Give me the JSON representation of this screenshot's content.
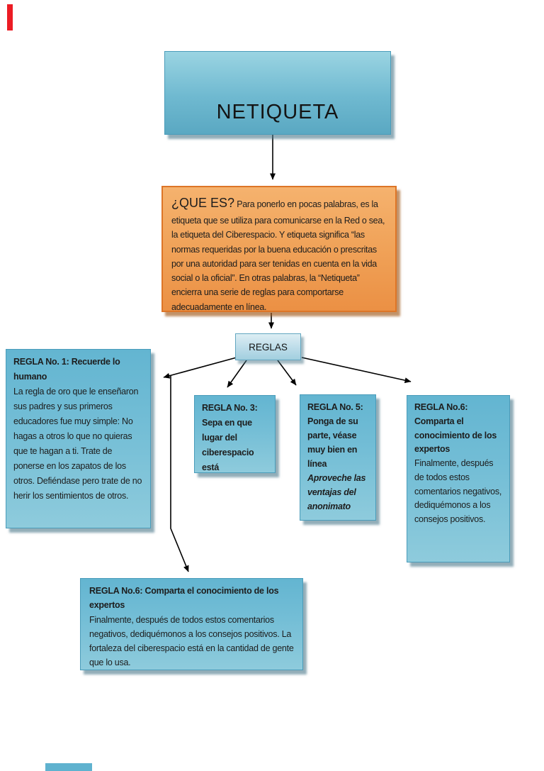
{
  "accents": {
    "red_bar_color": "#ec1c24",
    "bottom_bar_color": "#5fb2cf",
    "teal_box_top": "#63b5d1",
    "teal_box_bottom": "#8ecbdc",
    "orange_box_top": "#f5b26e",
    "orange_box_bottom": "#eb9044",
    "connector_color": "#000000"
  },
  "nodes": {
    "title": {
      "label": "NETIQUETA"
    },
    "que_es": {
      "heading": "¿QUE ES?",
      "body": " Para ponerlo en pocas palabras, es la etiqueta que se utiliza para comunicarse en la Red o sea, la etiqueta del Ciberespacio. Y etiqueta significa “las normas requeridas por la buena educación o prescritas por una autoridad para ser tenidas en cuenta en la vida social o la oficial”. En otras palabras, la “Netiqueta” encierra una serie de reglas para comportarse adecuadamente en línea."
    },
    "reglas": {
      "label": "REGLAS"
    },
    "rule1": {
      "title": "REGLA No. 1: Recuerde lo humano",
      "body": "La regla de oro que le enseñaron sus padres y sus primeros educadores fue muy simple: No hagas a otros lo que no quieras que te hagan a ti. Trate de ponerse en los zapatos de los otros. Defiéndase pero trate de no herir los sentimientos de otros."
    },
    "rule3": {
      "title": "REGLA No. 3: Sepa en que lugar del ciberespacio está"
    },
    "rule5": {
      "title": "REGLA No. 5: Ponga de su parte, véase muy bien en línea",
      "note": "Aproveche las ventajas del anonimato"
    },
    "rule6": {
      "title": "REGLA No.6: Comparta el conocimiento de los expertos",
      "body": "Finalmente, después de todos estos comentarios negativos, dediquémonos a los consejos positivos."
    },
    "rule6_full": {
      "title": "REGLA No.6: Comparta el conocimiento de los expertos",
      "body": "Finalmente, después de todos estos comentarios negativos, dediquémonos a los consejos positivos. La fortaleza del ciberespacio está en la cantidad de gente que lo usa."
    }
  }
}
